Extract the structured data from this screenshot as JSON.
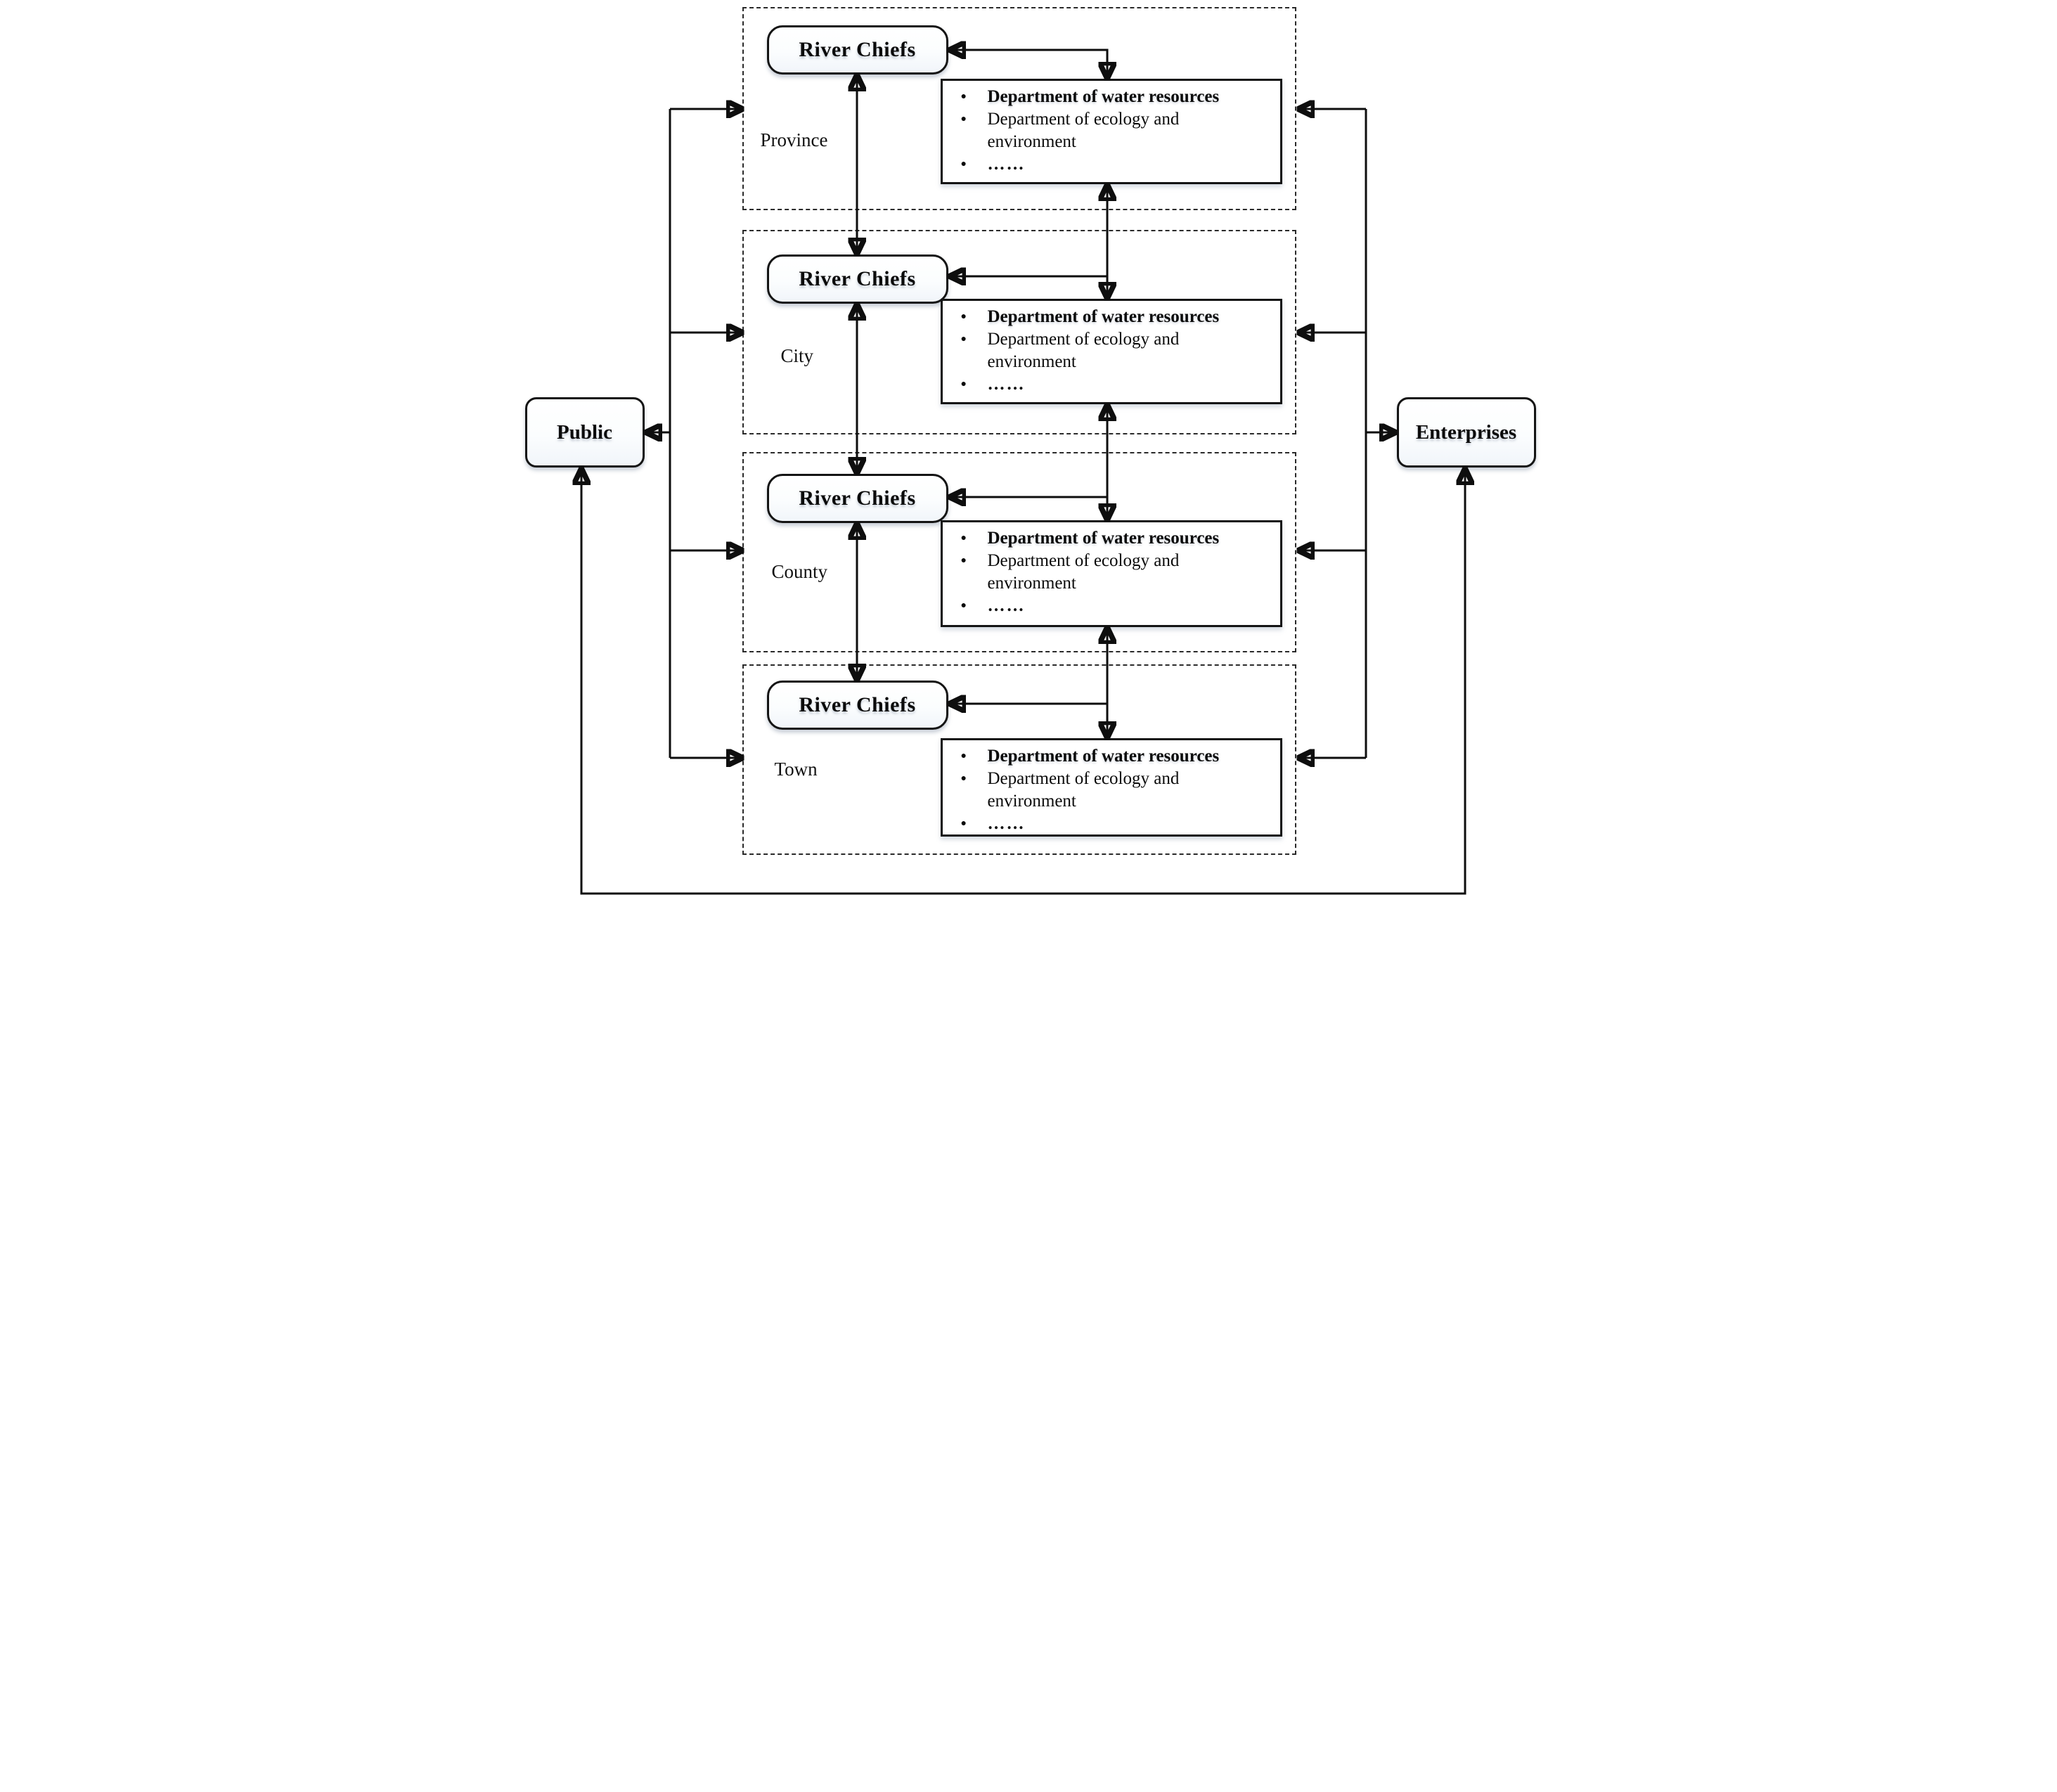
{
  "figure": {
    "background": "#ffffff",
    "line_color": "#0e0e0e",
    "bullet_glyph": "●",
    "actors": {
      "public": {
        "label": "Public"
      },
      "enterprises": {
        "label": "Enterprises"
      }
    },
    "levels": [
      {
        "name": "Province",
        "river_chiefs_label": "River Chiefs",
        "departments": [
          "Department of water resources",
          "Department of ecology and environment",
          "……"
        ]
      },
      {
        "name": "City",
        "river_chiefs_label": "River Chiefs",
        "departments": [
          "Department of water resources",
          "Department of ecology and environment",
          "……"
        ]
      },
      {
        "name": "County",
        "river_chiefs_label": "River Chiefs",
        "departments": [
          "Department of water resources",
          "Department of ecology and environment",
          "……"
        ]
      },
      {
        "name": "Town",
        "river_chiefs_label": "River Chiefs",
        "departments": [
          "Department of water resources",
          "Department of ecology and environment",
          "……"
        ]
      }
    ]
  }
}
